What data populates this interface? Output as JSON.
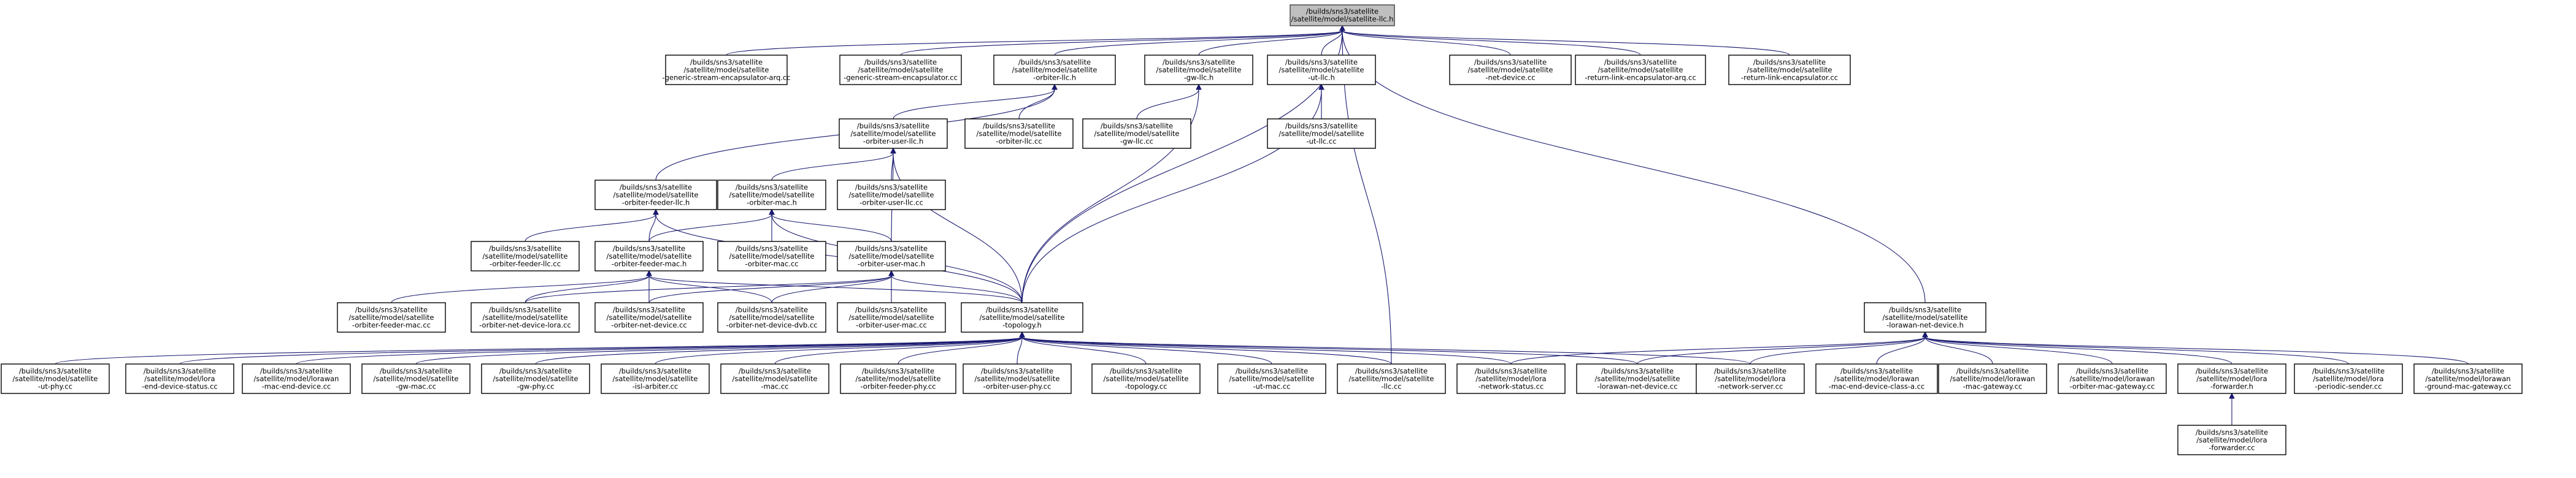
{
  "graph": {
    "nodes": [
      {
        "id": "root",
        "lines": [
          "/builds/sns3/satellite",
          "/satellite/model/satellite-llc.h"
        ]
      },
      {
        "id": "gsearq",
        "lines": [
          "/builds/sns3/satellite",
          "/satellite/model/satellite",
          "-generic-stream-encapsulator-arq.cc"
        ]
      },
      {
        "id": "gse",
        "lines": [
          "/builds/sns3/satellite",
          "/satellite/model/satellite",
          "-generic-stream-encapsulator.cc"
        ]
      },
      {
        "id": "orbllch",
        "lines": [
          "/builds/sns3/satellite",
          "/satellite/model/satellite",
          "-orbiter-llc.h"
        ]
      },
      {
        "id": "gwllch",
        "lines": [
          "/builds/sns3/satellite",
          "/satellite/model/satellite",
          "-gw-llc.h"
        ]
      },
      {
        "id": "utllch",
        "lines": [
          "/builds/sns3/satellite",
          "/satellite/model/satellite",
          "-ut-llc.h"
        ]
      },
      {
        "id": "netdev",
        "lines": [
          "/builds/sns3/satellite",
          "/satellite/model/satellite",
          "-net-device.cc"
        ]
      },
      {
        "id": "rlearq",
        "lines": [
          "/builds/sns3/satellite",
          "/satellite/model/satellite",
          "-return-link-encapsulator-arq.cc"
        ]
      },
      {
        "id": "rle",
        "lines": [
          "/builds/sns3/satellite",
          "/satellite/model/satellite",
          "-return-link-encapsulator.cc"
        ]
      },
      {
        "id": "orbuserllch",
        "lines": [
          "/builds/sns3/satellite",
          "/satellite/model/satellite",
          "-orbiter-user-llc.h"
        ]
      },
      {
        "id": "orbllccc",
        "lines": [
          "/builds/sns3/satellite",
          "/satellite/model/satellite",
          "-orbiter-llc.cc"
        ]
      },
      {
        "id": "gwllccc",
        "lines": [
          "/builds/sns3/satellite",
          "/satellite/model/satellite",
          "-gw-llc.cc"
        ]
      },
      {
        "id": "utllccc",
        "lines": [
          "/builds/sns3/satellite",
          "/satellite/model/satellite",
          "-ut-llc.cc"
        ]
      },
      {
        "id": "orbfeederllch",
        "lines": [
          "/builds/sns3/satellite",
          "/satellite/model/satellite",
          "-orbiter-feeder-llc.h"
        ]
      },
      {
        "id": "orbmach",
        "lines": [
          "/builds/sns3/satellite",
          "/satellite/model/satellite",
          "-orbiter-mac.h"
        ]
      },
      {
        "id": "orbuserllccc",
        "lines": [
          "/builds/sns3/satellite",
          "/satellite/model/satellite",
          "-orbiter-user-llc.cc"
        ]
      },
      {
        "id": "orbfeederllccc",
        "lines": [
          "/builds/sns3/satellite",
          "/satellite/model/satellite",
          "-orbiter-feeder-llc.cc"
        ]
      },
      {
        "id": "orbfeedermach",
        "lines": [
          "/builds/sns3/satellite",
          "/satellite/model/satellite",
          "-orbiter-feeder-mac.h"
        ]
      },
      {
        "id": "orbmaccc",
        "lines": [
          "/builds/sns3/satellite",
          "/satellite/model/satellite",
          "-orbiter-mac.cc"
        ]
      },
      {
        "id": "orbusermach",
        "lines": [
          "/builds/sns3/satellite",
          "/satellite/model/satellite",
          "-orbiter-user-mac.h"
        ]
      },
      {
        "id": "lorawannetdevh",
        "lines": [
          "/builds/sns3/satellite",
          "/satellite/model/satellite",
          "-lorawan-net-device.h"
        ]
      },
      {
        "id": "orbfeedermaccc",
        "lines": [
          "/builds/sns3/satellite",
          "/satellite/model/satellite",
          "-orbiter-feeder-mac.cc"
        ]
      },
      {
        "id": "orbnetdevlora",
        "lines": [
          "/builds/sns3/satellite",
          "/satellite/model/satellite",
          "-orbiter-net-device-lora.cc"
        ]
      },
      {
        "id": "orbnetdev",
        "lines": [
          "/builds/sns3/satellite",
          "/satellite/model/satellite",
          "-orbiter-net-device.cc"
        ]
      },
      {
        "id": "orbnetdevdvb",
        "lines": [
          "/builds/sns3/satellite",
          "/satellite/model/satellite",
          "-orbiter-net-device-dvb.cc"
        ]
      },
      {
        "id": "topologyh",
        "lines": [
          "/builds/sns3/satellite",
          "/satellite/model/satellite",
          "-topology.h"
        ]
      },
      {
        "id": "orbusermaccc",
        "lines": [
          "/builds/sns3/satellite",
          "/satellite/model/satellite",
          "-orbiter-user-mac.cc"
        ]
      },
      {
        "id": "utphy",
        "lines": [
          "/builds/sns3/satellite",
          "/satellite/model/satellite",
          "-ut-phy.cc"
        ]
      },
      {
        "id": "loraenddevstatus",
        "lines": [
          "/builds/sns3/satellite",
          "/satellite/model/lora",
          "-end-device-status.cc"
        ]
      },
      {
        "id": "lorawanmacenddev",
        "lines": [
          "/builds/sns3/satellite",
          "/satellite/model/lorawan",
          "-mac-end-device.cc"
        ]
      },
      {
        "id": "gwmac",
        "lines": [
          "/builds/sns3/satellite",
          "/satellite/model/satellite",
          "-gw-mac.cc"
        ]
      },
      {
        "id": "gwphy",
        "lines": [
          "/builds/sns3/satellite",
          "/satellite/model/satellite",
          "-gw-phy.cc"
        ]
      },
      {
        "id": "islarbiter",
        "lines": [
          "/builds/sns3/satellite",
          "/satellite/model/satellite",
          "-isl-arbiter.cc"
        ]
      },
      {
        "id": "mac",
        "lines": [
          "/builds/sns3/satellite",
          "/satellite/model/satellite",
          "-mac.cc"
        ]
      },
      {
        "id": "orbfeederphy",
        "lines": [
          "/builds/sns3/satellite",
          "/satellite/model/satellite",
          "-orbiter-feeder-phy.cc"
        ]
      },
      {
        "id": "orbuserphy",
        "lines": [
          "/builds/sns3/satellite",
          "/satellite/model/satellite",
          "-orbiter-user-phy.cc"
        ]
      },
      {
        "id": "topologycc",
        "lines": [
          "/builds/sns3/satellite",
          "/satellite/model/satellite",
          "-topology.cc"
        ]
      },
      {
        "id": "utmac",
        "lines": [
          "/builds/sns3/satellite",
          "/satellite/model/satellite",
          "-ut-mac.cc"
        ]
      },
      {
        "id": "llccc",
        "lines": [
          "/builds/sns3/satellite",
          "/satellite/model/satellite",
          "-llc.cc"
        ]
      },
      {
        "id": "loranetstatus",
        "lines": [
          "/builds/sns3/satellite",
          "/satellite/model/lora",
          "-network-status.cc"
        ]
      },
      {
        "id": "lorawannetdevcc",
        "lines": [
          "/builds/sns3/satellite",
          "/satellite/model/satellite",
          "-lorawan-net-device.cc"
        ]
      },
      {
        "id": "loranetserver",
        "lines": [
          "/builds/sns3/satellite",
          "/satellite/model/lora",
          "-network-server.cc"
        ]
      },
      {
        "id": "lorawanclassa",
        "lines": [
          "/builds/sns3/satellite",
          "/satellite/model/lorawan",
          "-mac-end-device-class-a.cc"
        ]
      },
      {
        "id": "lorawanmacgw",
        "lines": [
          "/builds/sns3/satellite",
          "/satellite/model/lorawan",
          "-mac-gateway.cc"
        ]
      },
      {
        "id": "lorawanorbmacgw",
        "lines": [
          "/builds/sns3/satellite",
          "/satellite/model/lorawan",
          "-orbiter-mac-gateway.cc"
        ]
      },
      {
        "id": "loraforwarderh",
        "lines": [
          "/builds/sns3/satellite",
          "/satellite/model/lora",
          "-forwarder.h"
        ]
      },
      {
        "id": "loraperiodic",
        "lines": [
          "/builds/sns3/satellite",
          "/satellite/model/lora",
          "-periodic-sender.cc"
        ]
      },
      {
        "id": "lorawangroundmacgw",
        "lines": [
          "/builds/sns3/satellite",
          "/satellite/model/lorawan",
          "-ground-mac-gateway.cc"
        ]
      },
      {
        "id": "loraforwardercc",
        "lines": [
          "/builds/sns3/satellite",
          "/satellite/model/lora",
          "-forwarder.cc"
        ]
      }
    ],
    "edges": [
      [
        "gsearq",
        "root"
      ],
      [
        "gse",
        "root"
      ],
      [
        "orbllch",
        "root"
      ],
      [
        "gwllch",
        "root"
      ],
      [
        "utllch",
        "root"
      ],
      [
        "netdev",
        "root"
      ],
      [
        "rlearq",
        "root"
      ],
      [
        "rle",
        "root"
      ],
      [
        "llccc",
        "root"
      ],
      [
        "topologyh",
        "root"
      ],
      [
        "lorawannetdevh",
        "root"
      ],
      [
        "orbuserllch",
        "orbllch"
      ],
      [
        "orbllccc",
        "orbllch"
      ],
      [
        "orbfeederllch",
        "orbllch"
      ],
      [
        "gwllccc",
        "gwllch"
      ],
      [
        "topologyh",
        "gwllch"
      ],
      [
        "utllccc",
        "utllch"
      ],
      [
        "topologyh",
        "utllch"
      ],
      [
        "orbmach",
        "orbuserllch"
      ],
      [
        "orbuserllccc",
        "orbuserllch"
      ],
      [
        "orbusermach",
        "orbuserllch"
      ],
      [
        "topologyh",
        "orbuserllch"
      ],
      [
        "orbfeederllccc",
        "orbfeederllch"
      ],
      [
        "orbfeedermach",
        "orbfeederllch"
      ],
      [
        "topologyh",
        "orbfeederllch"
      ],
      [
        "orbfeedermach",
        "orbmach"
      ],
      [
        "orbmaccc",
        "orbmach"
      ],
      [
        "orbusermach",
        "orbmach"
      ],
      [
        "topologyh",
        "orbmach"
      ],
      [
        "orbfeedermaccc",
        "orbfeedermach"
      ],
      [
        "orbnetdevlora",
        "orbfeedermach"
      ],
      [
        "orbnetdev",
        "orbfeedermach"
      ],
      [
        "orbnetdevdvb",
        "orbfeedermach"
      ],
      [
        "topologyh",
        "orbfeedermach"
      ],
      [
        "orbnetdevlora",
        "orbusermach"
      ],
      [
        "orbnetdev",
        "orbusermach"
      ],
      [
        "orbnetdevdvb",
        "orbusermach"
      ],
      [
        "orbusermaccc",
        "orbusermach"
      ],
      [
        "topologyh",
        "orbusermach"
      ],
      [
        "utphy",
        "topologyh"
      ],
      [
        "loraenddevstatus",
        "topologyh"
      ],
      [
        "lorawanmacenddev",
        "topologyh"
      ],
      [
        "gwmac",
        "topologyh"
      ],
      [
        "gwphy",
        "topologyh"
      ],
      [
        "islarbiter",
        "topologyh"
      ],
      [
        "mac",
        "topologyh"
      ],
      [
        "orbfeederphy",
        "topologyh"
      ],
      [
        "orbuserphy",
        "topologyh"
      ],
      [
        "topologycc",
        "topologyh"
      ],
      [
        "utmac",
        "topologyh"
      ],
      [
        "llccc",
        "topologyh"
      ],
      [
        "loranetstatus",
        "topologyh"
      ],
      [
        "lorawannetdevcc",
        "topologyh"
      ],
      [
        "loranetserver",
        "topologyh"
      ],
      [
        "lorawannetdevcc",
        "lorawannetdevh"
      ],
      [
        "loranetstatus",
        "lorawannetdevh"
      ],
      [
        "loranetserver",
        "lorawannetdevh"
      ],
      [
        "lorawanclassa",
        "lorawannetdevh"
      ],
      [
        "lorawanmacgw",
        "lorawannetdevh"
      ],
      [
        "lorawanorbmacgw",
        "lorawannetdevh"
      ],
      [
        "loraforwarderh",
        "lorawannetdevh"
      ],
      [
        "loraperiodic",
        "lorawannetdevh"
      ],
      [
        "lorawangroundmacgw",
        "lorawannetdevh"
      ],
      [
        "loraforwardercc",
        "loraforwarderh"
      ]
    ]
  },
  "colors": {
    "edge": "#191970",
    "root_fill": "#bfbfbf",
    "node_fill": "#ffffff",
    "node_border": "#000000"
  }
}
